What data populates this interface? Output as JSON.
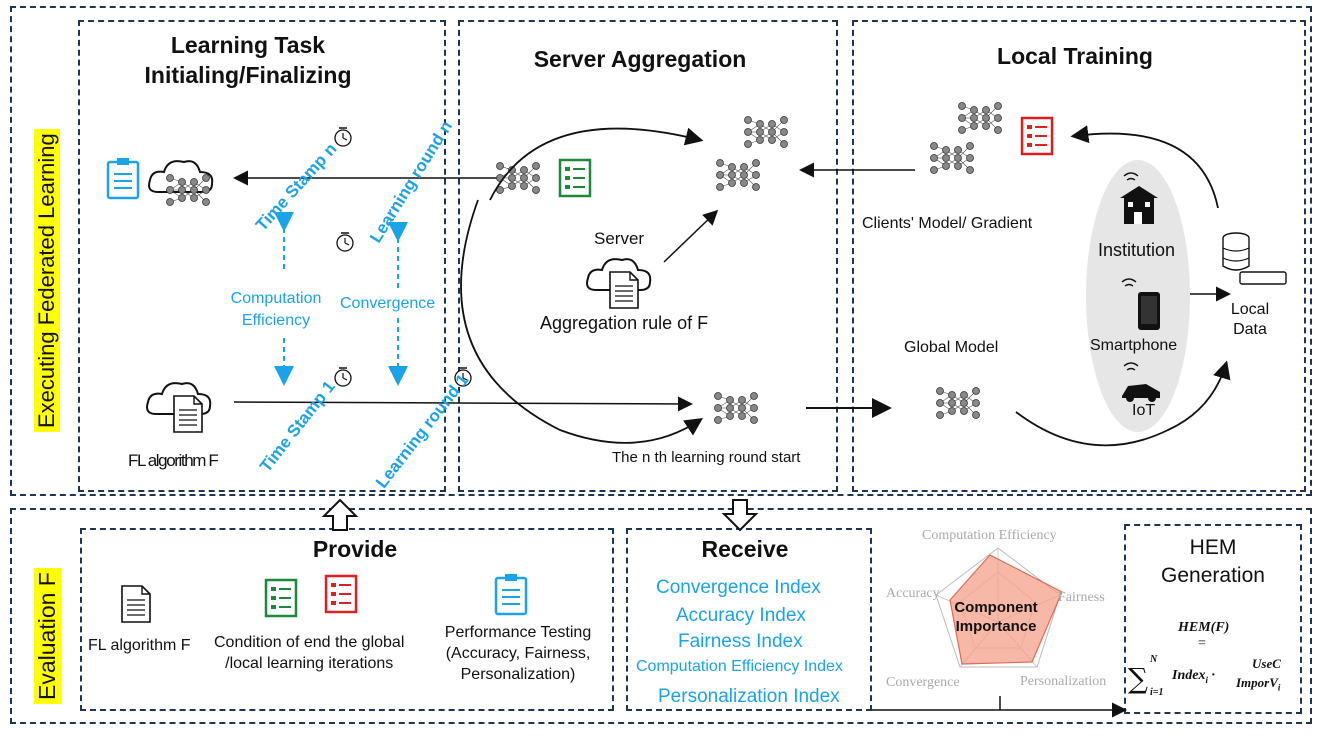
{
  "sections": {
    "executing_label": "Executing Federated Learning",
    "evaluation_label": "Evaluation F"
  },
  "learning_task": {
    "title_line1": "Learning Task",
    "title_line2": "Initialing/Finalizing",
    "time_stamp_n": "Time Stamp n",
    "learning_round_n": "Learning round n",
    "computation_efficiency_line1": "Computation",
    "computation_efficiency_line2": "Efficiency",
    "convergence": "Convergence",
    "time_stamp_1": "Time Stamp 1",
    "learning_round_1": "Learning round 1",
    "fl_algorithm": "FL algorithm F"
  },
  "server_aggregation": {
    "title": "Server Aggregation",
    "server": "Server",
    "aggregation_rule": "Aggregation rule of F",
    "nth_round_start": "The n th learning round start"
  },
  "local_training": {
    "title": "Local Training",
    "clients_model": "Clients' Model/ Gradient",
    "global_model": "Global Model",
    "institution": "Institution",
    "smartphone": "Smartphone",
    "iot": "IoT",
    "local_data_line1": "Local",
    "local_data_line2": "Data"
  },
  "provide": {
    "title": "Provide",
    "fl_algorithm": "FL algorithm F",
    "condition_line1": "Condition of end the global",
    "condition_line2": "/local learning iterations",
    "testing_line1": "Performance Testing",
    "testing_line2": "(Accuracy, Fairness,",
    "testing_line3": "Personalization)"
  },
  "receive": {
    "title": "Receive",
    "items": [
      "Convergence Index",
      "Accuracy Index",
      "Fairness Index",
      "Computation Efficiency Index",
      "Personalization Index"
    ]
  },
  "radar": {
    "axes": [
      "Computation Efficiency",
      "Fairness",
      "Personalization",
      "Convergence",
      "Accuracy"
    ],
    "center_line1": "Component",
    "center_line2": "Importance"
  },
  "hem": {
    "title_line1": "HEM",
    "title_line2": "Generation",
    "formula_top": "HEM(F)",
    "equals": "=",
    "sum_symbol": "∑",
    "sum_upper": "N",
    "sum_lower": "i=1",
    "index_term": "Index",
    "index_sub": "i",
    "dot": "·",
    "usec": "UseC",
    "impor": "ImporV",
    "impor_sub": "i"
  },
  "colors": {
    "accent_blue": "#1aa3e8",
    "highlight": "#ffff00",
    "border": "#1f3556",
    "green": "#1a8a3a",
    "red": "#e02020",
    "radar_fill": "#f4a08a"
  }
}
